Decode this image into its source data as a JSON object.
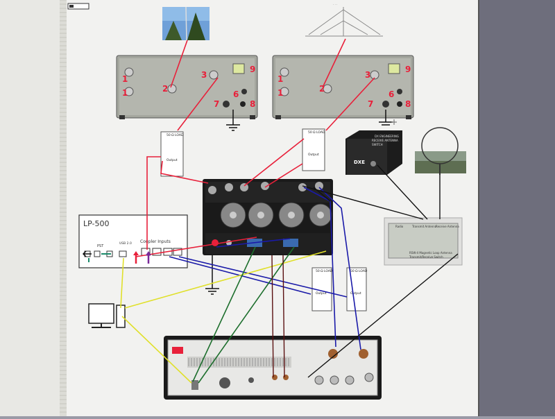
{
  "devices": {
    "tuner_left": {
      "ports": [
        "1",
        "1",
        "2",
        "3",
        "9",
        "7",
        "6",
        "8"
      ]
    },
    "tuner_right": {
      "ports": [
        "1",
        "1",
        "2",
        "3",
        "9",
        "7",
        "6",
        "8"
      ]
    },
    "dummy_load": {
      "label": "50 Ω LOAD",
      "sublabel": "Output"
    },
    "switch_box": {
      "line1": "DX ENGINEERING",
      "line2": "RECEIVE ANTENNA",
      "line3": "SWITCH",
      "logo": "DXE"
    },
    "receive_switch": {
      "ports": [
        "Radio",
        "Transmit Antenna",
        "Receive Antenna"
      ],
      "title1": "RSW-4 Magnetic Loop Antenna",
      "title2": "Transmit/Receive Switch"
    },
    "lp500": {
      "title": "LP-500",
      "pst_label": "PST",
      "usb_label": "USB 2.0",
      "coupler_label": "Coupler Inputs"
    }
  },
  "colors": {
    "rf": "#e8203a",
    "control": "#1a1aa8",
    "usb": "#e0e02a",
    "aux": "#1c6e2c",
    "sensor": "#7a2a9a",
    "ground": "#111111"
  },
  "icons": [
    "tree-photo-icon",
    "antenna-tower-icon",
    "computer-icon",
    "ground-symbol-icon",
    "loop-antenna-photo-icon"
  ]
}
